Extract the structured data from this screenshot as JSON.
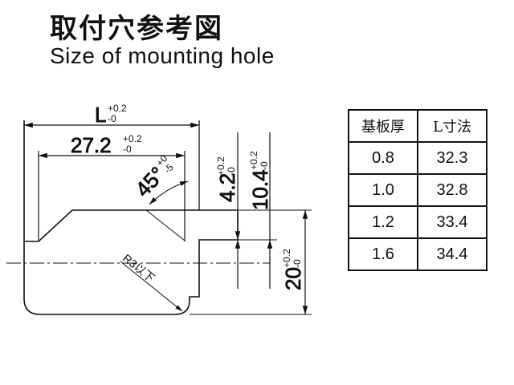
{
  "title": {
    "jp": "取付穴参考図",
    "en": "Size of mounting hole"
  },
  "dimensions": {
    "L": {
      "base": "L",
      "upper": "+0.2",
      "lower": "-0"
    },
    "width": {
      "base": "27.2",
      "upper": "+0.2",
      "lower": "-0"
    },
    "angle": {
      "base": "45°",
      "upper": "+0",
      "lower": "-5"
    },
    "depth": {
      "base": "4.2",
      "upper": "+0.2",
      "lower": "-0"
    },
    "step": {
      "base": "10.4",
      "upper": "+0.2",
      "lower": "-0"
    },
    "height": {
      "base": "20",
      "upper": "+0.2",
      "lower": "-0"
    },
    "radius": "R3以下"
  },
  "table": {
    "headers": [
      "基板厚",
      "L寸法"
    ],
    "rows": [
      [
        "0.8",
        "32.3"
      ],
      [
        "1.0",
        "32.8"
      ],
      [
        "1.2",
        "33.4"
      ],
      [
        "1.6",
        "34.4"
      ]
    ]
  }
}
